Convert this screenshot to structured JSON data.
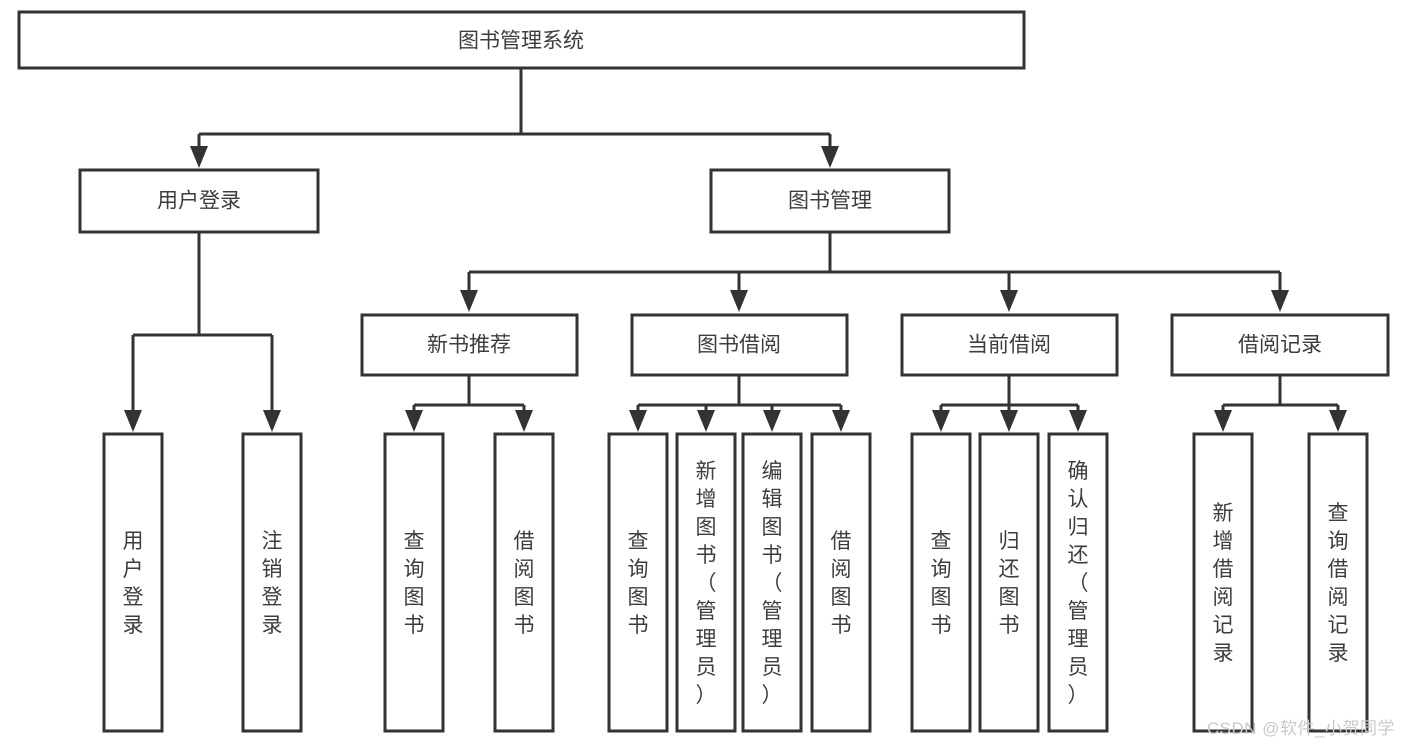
{
  "diagram": {
    "type": "hierarchy-tree",
    "title": "图书管理系统",
    "watermark": "CSDN @软件_小贺同学",
    "colors": {
      "box_fill": "#ffffff",
      "box_stroke": "#333333",
      "text": "#3d3d3d",
      "background": "#ffffff",
      "watermark": "#c9c9c9"
    },
    "levels": [
      {
        "level": 1,
        "nodes": [
          {
            "id": "root",
            "label": "图书管理系统",
            "orientation": "horizontal"
          }
        ]
      },
      {
        "level": 2,
        "nodes": [
          {
            "id": "login",
            "label": "用户登录",
            "orientation": "horizontal",
            "parent": "root"
          },
          {
            "id": "bookmgmt",
            "label": "图书管理",
            "orientation": "horizontal",
            "parent": "root"
          }
        ]
      },
      {
        "level": 3,
        "nodes": [
          {
            "id": "newbook",
            "label": "新书推荐",
            "orientation": "horizontal",
            "parent": "bookmgmt"
          },
          {
            "id": "borrow",
            "label": "图书借阅",
            "orientation": "horizontal",
            "parent": "bookmgmt"
          },
          {
            "id": "current",
            "label": "当前借阅",
            "orientation": "horizontal",
            "parent": "bookmgmt"
          },
          {
            "id": "records",
            "label": "借阅记录",
            "orientation": "horizontal",
            "parent": "bookmgmt"
          }
        ]
      },
      {
        "level": 4,
        "nodes": [
          {
            "id": "leaf1",
            "label": "用户登录",
            "orientation": "vertical",
            "parent": "login"
          },
          {
            "id": "leaf2",
            "label": "注销登录",
            "orientation": "vertical",
            "parent": "login"
          },
          {
            "id": "leaf3",
            "label": "查询图书",
            "orientation": "vertical",
            "parent": "newbook"
          },
          {
            "id": "leaf4",
            "label": "借阅图书",
            "orientation": "vertical",
            "parent": "newbook"
          },
          {
            "id": "leaf5",
            "label": "查询图书",
            "orientation": "vertical",
            "parent": "borrow"
          },
          {
            "id": "leaf6",
            "label": "新增图书（管理员）",
            "orientation": "vertical",
            "parent": "borrow"
          },
          {
            "id": "leaf7",
            "label": "编辑图书（管理员）",
            "orientation": "vertical",
            "parent": "borrow"
          },
          {
            "id": "leaf8",
            "label": "借阅图书",
            "orientation": "vertical",
            "parent": "borrow"
          },
          {
            "id": "leaf9",
            "label": "查询图书",
            "orientation": "vertical",
            "parent": "current"
          },
          {
            "id": "leaf10",
            "label": "归还图书",
            "orientation": "vertical",
            "parent": "current"
          },
          {
            "id": "leaf11",
            "label": "确认归还（管理员）",
            "orientation": "vertical",
            "parent": "current"
          },
          {
            "id": "leaf12",
            "label": "新增借阅记录",
            "orientation": "vertical",
            "parent": "records"
          },
          {
            "id": "leaf13",
            "label": "查询借阅记录",
            "orientation": "vertical",
            "parent": "records"
          }
        ]
      }
    ]
  },
  "nodes": {
    "root": "图书管理系统",
    "login": "用户登录",
    "bookmgmt": "图书管理",
    "newbook": "新书推荐",
    "borrow": "图书借阅",
    "current": "当前借阅",
    "records": "借阅记录",
    "leaf1": "用户登录",
    "leaf2": "注销登录",
    "leaf3": "查询图书",
    "leaf4": "借阅图书",
    "leaf5": "查询图书",
    "leaf6": "新增图书（管理员）",
    "leaf7": "编辑图书（管理员）",
    "leaf8": "借阅图书",
    "leaf9": "查询图书",
    "leaf10": "归还图书",
    "leaf11": "确认归还（管理员）",
    "leaf12": "新增借阅记录",
    "leaf13": "查询借阅记录"
  },
  "watermark": {
    "text": "CSDN @软件_小贺同学"
  }
}
